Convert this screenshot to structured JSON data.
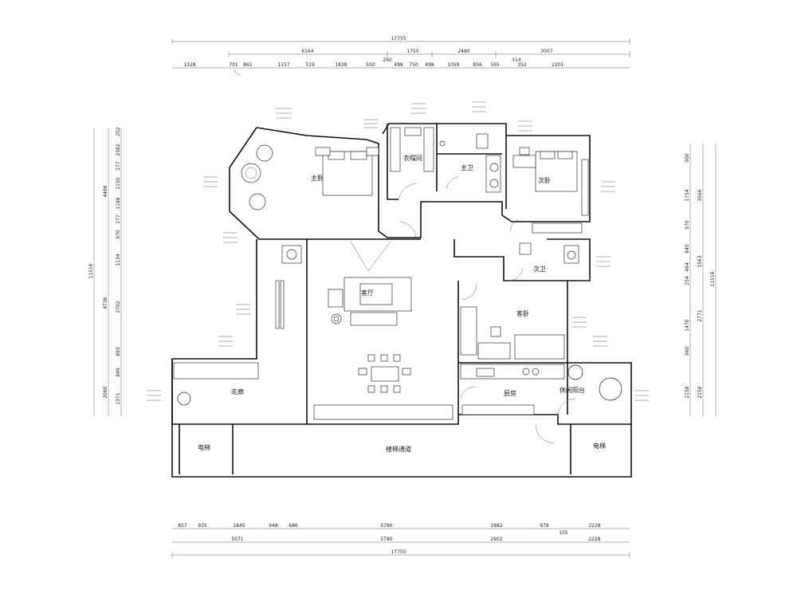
{
  "dims": {
    "top_total": "17755",
    "top_mid": [
      "6164",
      "1755",
      "2480",
      "3007"
    ],
    "top_detail": [
      "1328",
      "701",
      "861",
      "1157",
      "519",
      "1838",
      "550",
      "292",
      "498",
      "750",
      "498",
      "1059",
      "856",
      "565",
      "314",
      "352",
      "2201"
    ],
    "bottom_detail": [
      "857",
      "935",
      "1845",
      "948",
      "686",
      "5780",
      "2882",
      "978",
      "2228"
    ],
    "bottom_small": "105",
    "bottom_mid": [
      "5071",
      "5780",
      "2902",
      "2228"
    ],
    "bottom_total": "17755",
    "left_total": "11516",
    "left_mid": [
      "4466",
      "4736",
      "2060"
    ],
    "left_detail": [
      "202",
      "2382",
      "277",
      "1150",
      "1188",
      "277",
      "970",
      "1134",
      "2702",
      "893",
      "849",
      "1371"
    ],
    "right_total": "11516",
    "right_mid": [
      "3566",
      "1563",
      "2771",
      "2158"
    ],
    "right_detail": [
      "900",
      "1754",
      "970",
      "845",
      "464",
      "254",
      "1470",
      "860",
      "2158"
    ]
  },
  "rooms": {
    "master_bedroom": "主卧",
    "walk_in_closet": "衣帽间",
    "master_bath": "主卫",
    "second_bedroom": "次卧",
    "second_bath": "次卫",
    "living_room": "客厅",
    "guest_bedroom": "客卧",
    "corridor": "走廊",
    "kitchen": "厨房",
    "leisure_balcony": "休闲阳台",
    "elevator_left": "电梯",
    "elevator_right": "电梯",
    "stair_corridor": "楼梯通道"
  }
}
